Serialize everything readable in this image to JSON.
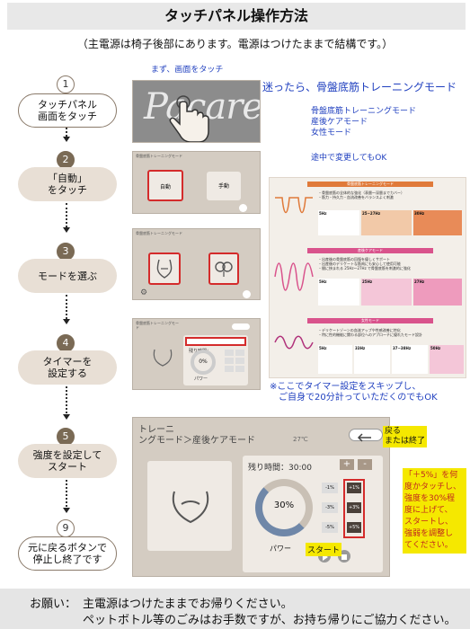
{
  "header": {
    "title": "タッチパネル操作方法"
  },
  "intro": "（主電源は椅子後部にあります。電源はつけたままで結構です。）",
  "touch_hint": "まず、画面をタッチ",
  "steps": [
    {
      "num": "1",
      "label_l1": "タッチパネル",
      "label_l2": "画面をタッチ"
    },
    {
      "num": "2",
      "label_l1": "「自動」",
      "label_l2": "をタッチ"
    },
    {
      "num": "3",
      "label_l1": "モードを選ぶ",
      "label_l2": ""
    },
    {
      "num": "4",
      "label_l1": "タイマーを",
      "label_l2": "設定する"
    },
    {
      "num": "5",
      "label_l1": "強度を設定して",
      "label_l2": "スタート"
    },
    {
      "num": "9",
      "label_l1": "元に戻るボタンで",
      "label_l2": "停止し終了です"
    }
  ],
  "splash": {
    "logo": "Pacare"
  },
  "screen2": {
    "header": "骨盤底筋トレーニングモード",
    "auto": "自動",
    "manual": "手動"
  },
  "screen3": {
    "header": "骨盤底筋トレーニングモード"
  },
  "screen4": {
    "header": "骨盤底筋トレーニングモード",
    "timer_label": "残り時間：",
    "percent": "0%",
    "power": "パワー"
  },
  "screen5": {
    "header_l1": "トレーニ",
    "header_l2": "ングモード＞産後ケアモード",
    "temp": "27℃",
    "timer": "残り時間：30:00",
    "percent": "30%",
    "power": "パワー",
    "plus": "+",
    "minus": "-",
    "buttons_left": [
      "-1%",
      "-3%",
      "-5%"
    ],
    "buttons_right": [
      "+1%",
      "+3%",
      "+5%"
    ]
  },
  "annotations": {
    "back": "戻る\nまたは終了",
    "start": "スタート",
    "plus5": "「＋5%」を何\n度かタッチし、\n強度を30%程\n度に上げて、\nスタートし、\n強弱を調整し\nてください。"
  },
  "right": {
    "heading": "迷ったら、骨盤底筋トレーニングモード",
    "modes": [
      "骨盤底筋トレーニングモード",
      "産後ケアモード",
      "女性モード"
    ],
    "change_note": "途中で変更してもOK",
    "skip_note_l1": "※ここでタイマー設定をスキップし、",
    "skip_note_l2": "ご自身で20分計っていただくのでもOK"
  },
  "info": {
    "mode1": {
      "title": "骨盤底筋トレーニングモード",
      "lines": [
        "・骨盤底筋の全体的な強化（表層～深層までカバー）",
        "・筋力・持久力・血流改善をバランスよく刺激"
      ],
      "hz": [
        "5Hz",
        "25~27Hz",
        "30Hz"
      ]
    },
    "mode2": {
      "title": "産後ケアモード",
      "lines": [
        "・出産後の骨盤底筋の回復を優しくサポート",
        "・出産後のデリケートな筋肉にも安心して使用可能",
        "・間に挟まれる 25Hz～27Hz で骨盤底筋を刺激的に強化"
      ],
      "hz": [
        "5Hz",
        "25Hz",
        "27Hz"
      ]
    },
    "mode3": {
      "title": "女性モード",
      "lines": [
        "・デリケートゾーンの血流アップや性感改善に特化",
        "・特に性的機能に関わる部位へのアプローチに優れたモード設計"
      ],
      "hz": [
        "5Hz",
        "33Hz",
        "37~38Hz",
        "50Hz"
      ]
    }
  },
  "footer": {
    "label": "お願い：",
    "line1": "主電源はつけたままでお帰りください。",
    "line2": "ペットボトル等のごみはお手数ですが、お持ち帰りにご協力ください。"
  },
  "colors": {
    "accent_red": "#d42b2b",
    "pill_fill": "#e8dfd5",
    "heading_blue": "#1f3fbf",
    "annotation_yellow": "#f5e800"
  }
}
